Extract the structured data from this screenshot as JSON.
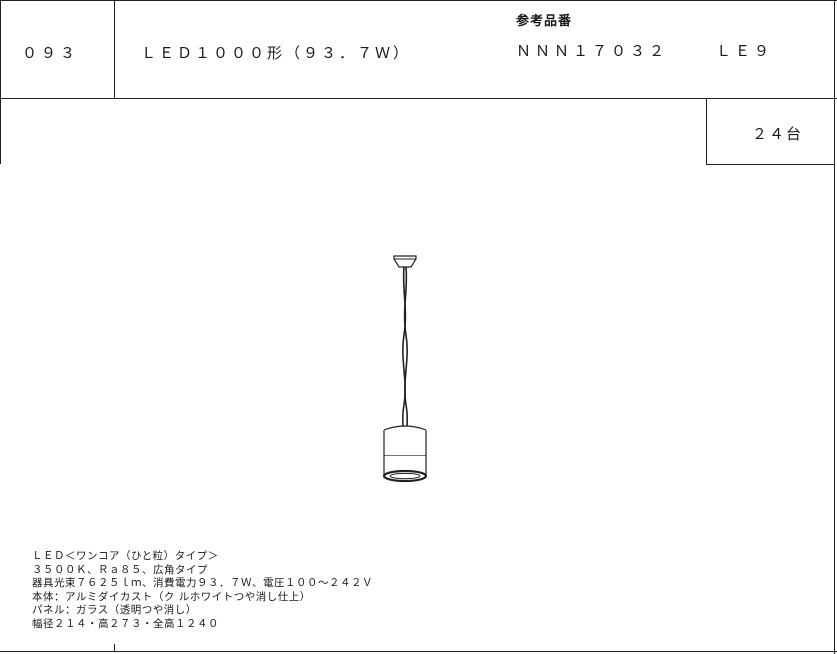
{
  "header": {
    "code": "０９３",
    "lamp_type": "ＬＥＤ１０００形（９３．７Ｗ）",
    "ref_label": "参考品番",
    "ref_number": "ＮＮＮ１７０３２",
    "series": "ＬＥ９"
  },
  "quantity": "２４台",
  "fixture": {
    "icon": "pendant-light-icon"
  },
  "spec": {
    "lines": [
      "ＬＥＤ＜ワンコア（ひと粒）タイプ＞",
      "３５００Ｋ、Ｒａ８５、広角タイプ",
      "器具光束７６２５ｌｍ、消費電力９３．７Ｗ、電圧１００～２４２Ｖ",
      "本体：アルミダイカスト（ク ルホワイトつや消し仕上）",
      "パネル：ガラス（透明つや消し）",
      "幅径２１４・高２７３・全高１２４０"
    ]
  }
}
